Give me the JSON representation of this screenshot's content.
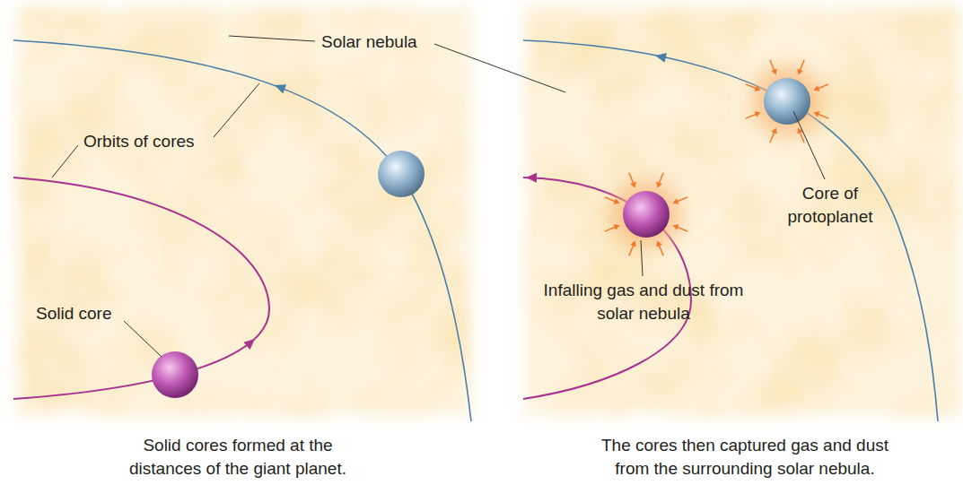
{
  "diagram": {
    "labels": [
      "Solar nebula",
      "Orbits of cores",
      "Solid core",
      "Core of protoplanet",
      "Infalling gas and dust from solar nebula",
      "Solid cores formed at the distances of the giant planet.",
      "The cores then captured gas and dust from the surrounding solar nebula."
    ]
  }
}
